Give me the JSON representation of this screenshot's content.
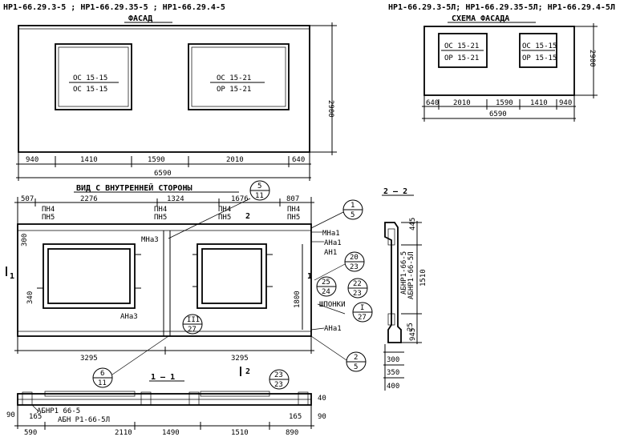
{
  "header": {
    "left_marks": "НР1-66.29.3-5 ; НР1-66.29.35-5 ; НР1-66.29.4-5",
    "right_marks": "НР1-66.29.3-5Л; НР1-66.29.35-5Л; НР1-66.29.4-5Л"
  },
  "facade": {
    "title": "ФАСАД",
    "win1_top": "ОС 15-15",
    "win1_bot": "ОС 15-15",
    "win2_top": "ОС 15-21",
    "win2_bot": "ОР 15-21",
    "height": "2900",
    "dims": [
      "940",
      "1410",
      "1590",
      "2010",
      "640"
    ],
    "total": "6590"
  },
  "scheme": {
    "title": "СХЕМА ФАСАДА",
    "win1_top": "ОС 15-21",
    "win1_bot": "ОР 15-21",
    "win2_top": "ОС 15-15",
    "win2_bot": "ОР 15-15",
    "height": "2900",
    "dims": [
      "640",
      "2010",
      "1590",
      "1410",
      "940"
    ],
    "total": "6590"
  },
  "inner": {
    "title": "ВИД С ВНУТРЕННЕЙ СТОРОНЫ",
    "top_dims": [
      "507",
      "2276",
      "1324",
      "1676",
      "807"
    ],
    "pn_top": "ПН4",
    "pn_bot": "ПН5",
    "bottom_dims": [
      "3295",
      "3295"
    ],
    "side_dims": [
      "300",
      "340",
      "1800"
    ],
    "labels": {
      "mna3": "МНа3",
      "ana3": "АНа3",
      "mna1": "МНа1",
      "ana1": "АНа1",
      "an1": "АН1",
      "ana1b": "АНа1",
      "shponki": "ШПОНКИ",
      "sec11": "1",
      "sec2": "2"
    },
    "callouts": [
      {
        "top": "5",
        "bot": "11"
      },
      {
        "top": "1",
        "bot": "5"
      },
      {
        "top": "20",
        "bot": "23"
      },
      {
        "top": "25",
        "bot": "24"
      },
      {
        "top": "22",
        "bot": "23"
      },
      {
        "top": "I",
        "bot": "27"
      },
      {
        "top": "III",
        "bot": "27"
      },
      {
        "top": "2",
        "bot": "5"
      },
      {
        "top": "6",
        "bot": "11"
      },
      {
        "top": "23",
        "bot": "23"
      }
    ]
  },
  "section22": {
    "title": "2 — 2",
    "label1": "АБНР1-66-5Л",
    "label2": "АБНР1-66-5",
    "dims_v": [
      "445",
      "1510",
      "945",
      "25"
    ],
    "dims_h": [
      "300",
      "350",
      "400"
    ]
  },
  "section11": {
    "title": "1 — 1",
    "mark2": "2",
    "label1": "АБНР1 66-5",
    "label2": "АБН Р1-66-5Л",
    "dims": [
      "590",
      "2110",
      "1490",
      "1510",
      "890"
    ],
    "small": [
      "90",
      "165",
      "165",
      "90",
      "40"
    ]
  }
}
